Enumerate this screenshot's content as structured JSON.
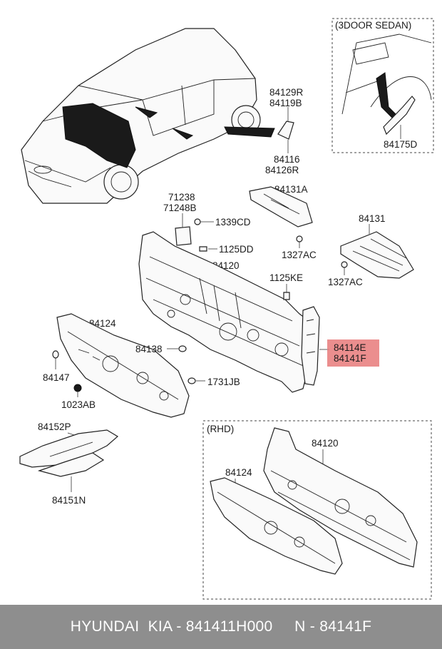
{
  "colors": {
    "highlight": "#e87a7a",
    "footer_bg": "#8e8e8e",
    "footer_text": "#ffffff"
  },
  "boxes": {
    "door_box_title": "(3DOOR SEDAN)",
    "rhd_box_title": "(RHD)"
  },
  "labels": {
    "p84129R": "84129R",
    "p84119B": "84119B",
    "p84116": "84116",
    "p84126R": "84126R",
    "p84175D": "84175D",
    "p71238": "71238",
    "p71248B": "71248B",
    "p1339CD": "1339CD",
    "p1125DD": "1125DD",
    "p84131A": "84131A",
    "p1327AC_top": "1327AC",
    "p84131": "84131",
    "p1327AC_right": "1327AC",
    "p84120": "84120",
    "p1125KE": "1125KE",
    "p84114E": "84114E",
    "p84141F": "84141F",
    "p84124": "84124",
    "p84138": "84138",
    "p84147": "84147",
    "p1023AB": "1023AB",
    "p1731JB": "1731JB",
    "p84152P": "84152P",
    "p84151N": "84151N",
    "rhd_84120": "84120",
    "rhd_84124": "84124"
  },
  "footer": {
    "text": "HYUNDAI  KIA - 841411H000     N - 84141F"
  }
}
